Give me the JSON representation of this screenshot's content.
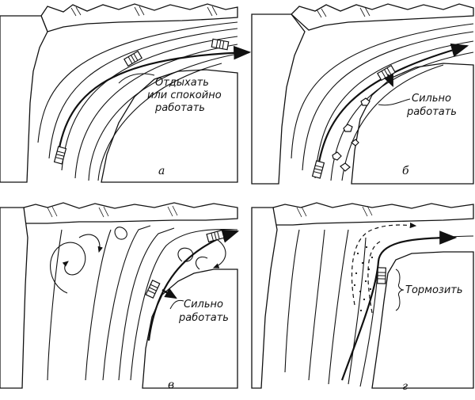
{
  "panels": [
    {
      "letter": "а",
      "caption_lines": [
        "Отдыхать",
        "или спокойно",
        "работать"
      ]
    },
    {
      "letter": "б",
      "caption_lines": [
        "Сильно",
        "работать"
      ]
    },
    {
      "letter": "в",
      "caption_lines": [
        "Сильно",
        "работать"
      ]
    },
    {
      "letter": "г",
      "caption_lines": [
        "Тормозить"
      ]
    }
  ]
}
